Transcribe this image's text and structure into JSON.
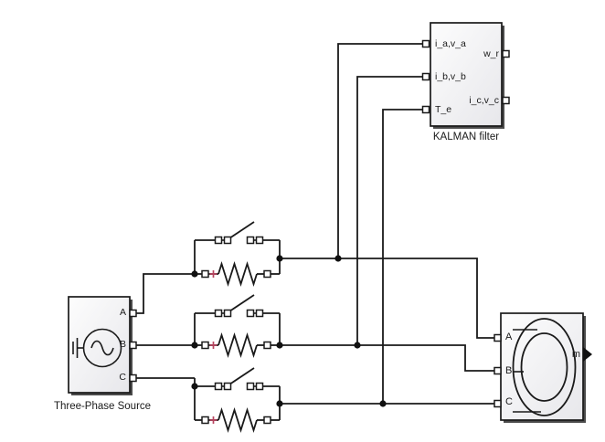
{
  "diagram": {
    "kind": "simulink-block-diagram",
    "kalman": {
      "title": "KALMAN filter",
      "input_ports": [
        "i_a,v_a",
        "i_b,v_b",
        "T_e"
      ],
      "output_ports": [
        "w_r",
        "i_c,v_c"
      ]
    },
    "source": {
      "title": "Three-Phase Source",
      "output_ports": [
        "A",
        "B",
        "C"
      ]
    },
    "motor": {
      "input_ports": [
        "A",
        "B",
        "C"
      ],
      "output_ports": [
        "m"
      ]
    },
    "branches": {
      "count": 3,
      "components_per_branch": [
        "open-breaker-switch",
        "resistor"
      ],
      "polarity_mark": "+"
    },
    "colors": {
      "background": "#ffffff",
      "wire": "#1a1a1a",
      "block_border": "#1a1a1a",
      "block_fill_light": "#fdfdfd",
      "block_fill_dark": "#e7e7eb",
      "block_shadow": "#4a4a4a",
      "polarity_mark": "#b8445f"
    },
    "icons": {
      "ac_source": "sine-wave-in-circle",
      "ground": "ground-bars",
      "breaker": "open-switch-blade",
      "resistor": "zigzag",
      "machine": "double-ellipse",
      "output_port": "right-chevron"
    }
  }
}
